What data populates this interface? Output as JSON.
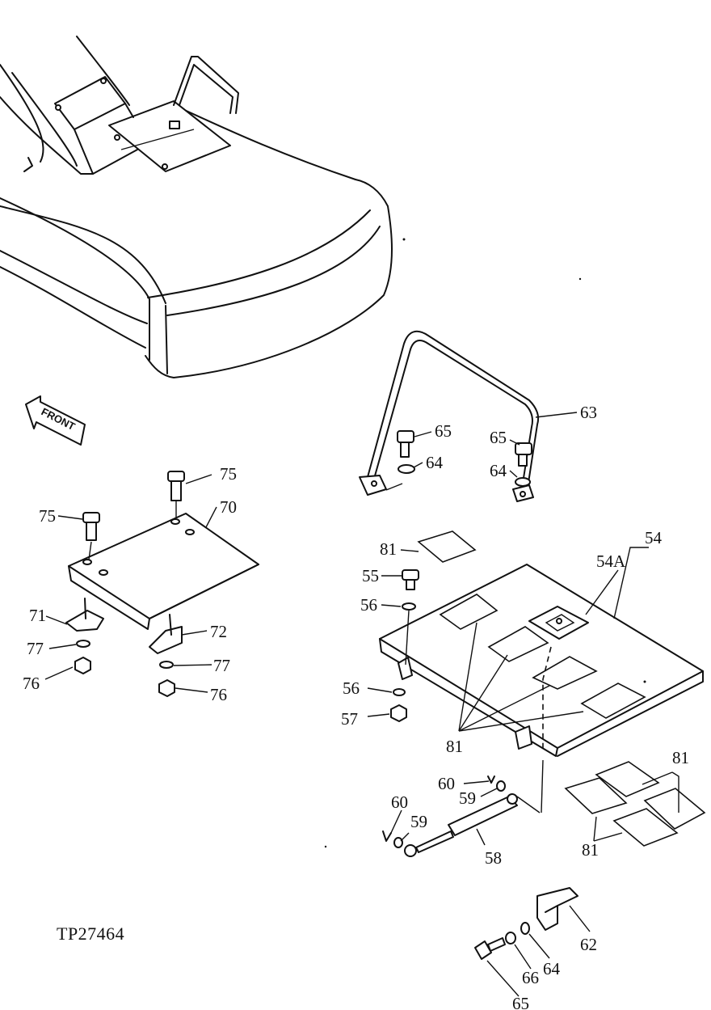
{
  "figure_ref": "TP27464",
  "front_arrow_text": "FRONT",
  "callouts": {
    "c54": "54",
    "c54A": "54A",
    "c55": "55",
    "c56a": "56",
    "c56b": "56",
    "c57": "57",
    "c58": "58",
    "c59a": "59",
    "c59b": "59",
    "c60a": "60",
    "c60b": "60",
    "c62": "62",
    "c63": "63",
    "c64a": "64",
    "c64b": "64",
    "c64c": "64",
    "c65a": "65",
    "c65b": "65",
    "c65c": "65",
    "c66": "66",
    "c70": "70",
    "c71": "71",
    "c72": "72",
    "c75a": "75",
    "c75b": "75",
    "c76a": "76",
    "c76b": "76",
    "c77a": "77",
    "c77b": "77",
    "c81a": "81",
    "c81b": "81",
    "c81c": "81",
    "c81d": "81"
  }
}
